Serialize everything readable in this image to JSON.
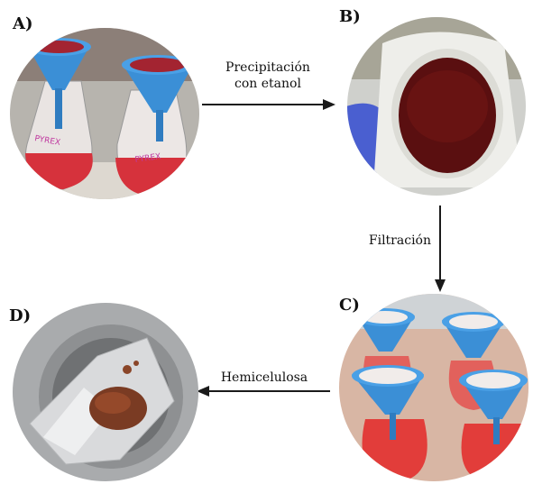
{
  "panels": {
    "a": {
      "label": "A)",
      "flask_text": "PYREX"
    },
    "b": {
      "label": "B)"
    },
    "c": {
      "label": "C)"
    },
    "d": {
      "label": "D)"
    }
  },
  "steps": {
    "precipitation_line1": "Precipitación",
    "precipitation_line2": "con etanol",
    "filtration": "Filtración",
    "hemicellulose": "Hemicelulosa"
  },
  "colors": {
    "arrow": "#1a1a1a",
    "funnel_blue": "#3b8fd6",
    "liquid_red": "#d6323c",
    "liquid_dark": "#5a0f10",
    "glove_blue": "#4a5fd0",
    "steel": "#a9abad"
  }
}
